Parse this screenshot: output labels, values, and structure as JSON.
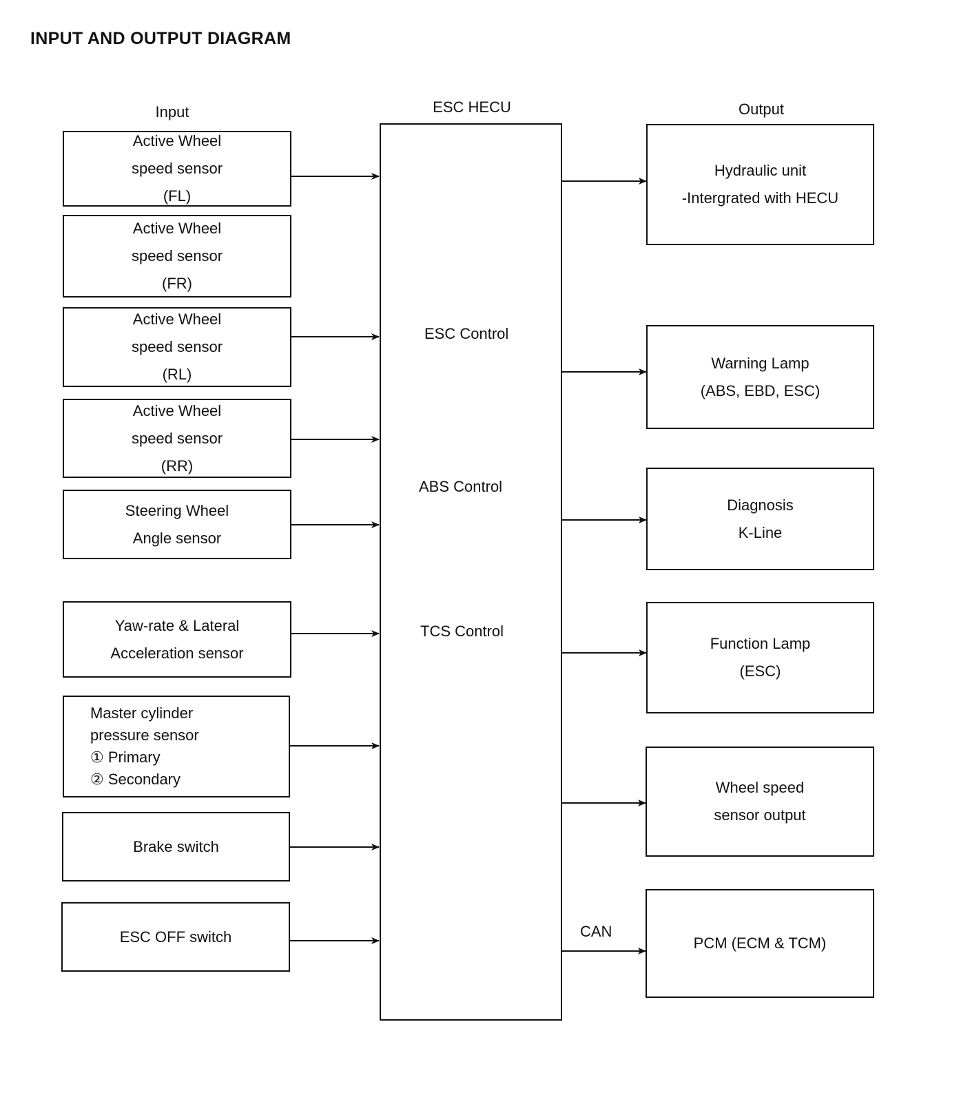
{
  "title": "INPUT AND OUTPUT DIAGRAM",
  "headers": {
    "input": "Input",
    "ecu": "ESC HECU",
    "output": "Output"
  },
  "inputs": [
    {
      "lines": [
        "Active Wheel",
        "speed sensor",
        "(FL)"
      ]
    },
    {
      "lines": [
        "Active Wheel",
        "speed sensor",
        "(FR)"
      ]
    },
    {
      "lines": [
        "Active Wheel",
        "speed sensor",
        "(RL)"
      ]
    },
    {
      "lines": [
        "Active Wheel",
        "speed sensor",
        "(RR)"
      ]
    },
    {
      "lines": [
        "Steering Wheel",
        "Angle sensor"
      ]
    },
    {
      "lines": [
        "Yaw-rate & Lateral",
        "Acceleration sensor"
      ]
    },
    {
      "lines": [
        "Master cylinder",
        "pressure sensor",
        "① Primary",
        "② Secondary"
      ]
    },
    {
      "lines": [
        "Brake switch"
      ]
    },
    {
      "lines": [
        "ESC OFF switch"
      ]
    }
  ],
  "ecu_controls": [
    "ESC Control",
    "ABS Control",
    "TCS Control"
  ],
  "outputs": [
    {
      "lines": [
        "Hydraulic unit",
        "-Intergrated with HECU"
      ]
    },
    {
      "lines": [
        "Warning Lamp",
        "(ABS, EBD, ESC)"
      ]
    },
    {
      "lines": [
        "Diagnosis",
        "K-Line"
      ]
    },
    {
      "lines": [
        "Function Lamp",
        "(ESC)"
      ]
    },
    {
      "lines": [
        "Wheel speed",
        "sensor output"
      ]
    },
    {
      "lines": [
        "PCM (ECM & TCM)"
      ]
    }
  ],
  "can_label": "CAN"
}
